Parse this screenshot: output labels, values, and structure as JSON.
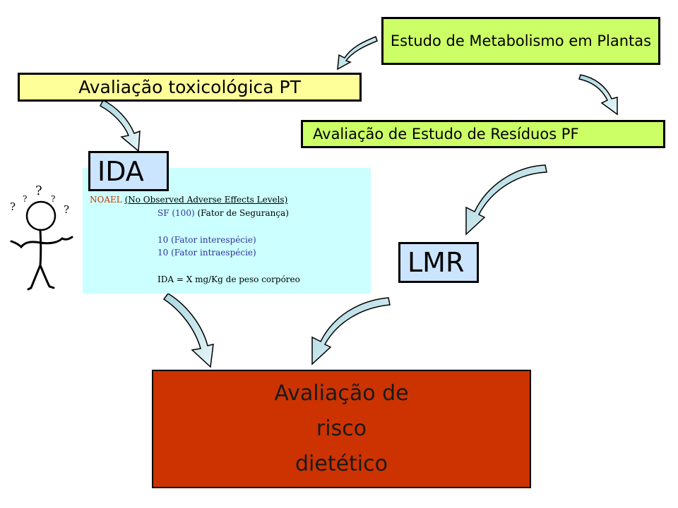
{
  "boxes": {
    "plantas": "Estudo de Metabolismo em Plantas",
    "toxico": "Avaliação toxicológica PT",
    "residuos": "Avaliação de Estudo de Resíduos PF",
    "ida": "IDA",
    "lmr": "LMR",
    "risco": [
      "Avaliação de",
      "risco",
      "dietético"
    ]
  },
  "ida_panel": {
    "noael_abbr": "NOAEL",
    "noael_full": "(No Observed  Adverse Effects Levels)",
    "sf_abbr": "SF (100)",
    "sf_full": "(Fator de Segurança)",
    "inter": "10 (Fator interespécie)",
    "intra": "10 (Fator intraespécie)",
    "formula": "IDA = X mg/Kg de peso corpóreo"
  },
  "figure": {
    "marks": [
      "?",
      "?",
      "?",
      "?",
      "?"
    ]
  },
  "colors": {
    "green_box": "#ccff66",
    "yellow_box": "#ffff99",
    "light_cyan_panel": "#ccffff",
    "light_blue_box": "#cce5ff",
    "risk_box": "#cc3300",
    "arrow_fill": "#bfe3ea"
  }
}
